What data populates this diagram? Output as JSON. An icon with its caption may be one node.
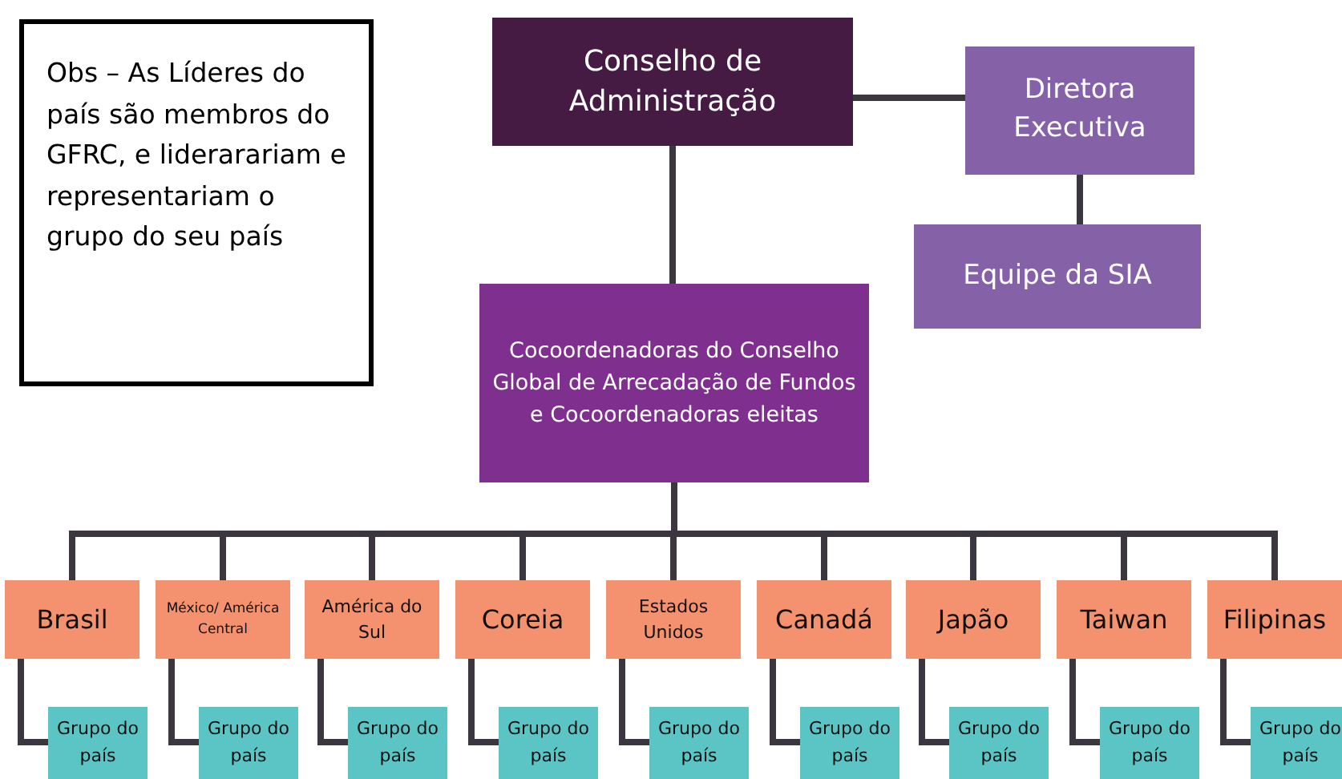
{
  "diagram": {
    "nodes": [
      {
        "text": [
          "Obs – As Líderes do país são membros do GFRC, e liderarariam e representariam o grupo do seu país"
        ]
      },
      {
        "text": [
          "Conselho de Administração"
        ]
      },
      {
        "text": [
          "Diretora Executiva"
        ]
      },
      {
        "text": [
          "Equipe da SIA"
        ]
      },
      {
        "text": [
          "Cocoordenadoras do Conselho Global de Arrecadação de Fundos e Cocoordenadoras eleitas"
        ]
      },
      {
        "text": [
          "Brasil"
        ]
      },
      {
        "text": [
          "México/ América Central"
        ]
      },
      {
        "text": [
          "América do Sul"
        ]
      },
      {
        "text": [
          "Coreia"
        ]
      },
      {
        "text": [
          "Estados Unidos"
        ]
      },
      {
        "text": [
          "Canadá"
        ]
      },
      {
        "text": [
          "Japão"
        ]
      },
      {
        "text": [
          "Taiwan"
        ]
      },
      {
        "text": [
          "Filipinas"
        ]
      },
      {
        "text": [
          "Grupo do país"
        ]
      },
      {
        "text": [
          "Grupo do país"
        ]
      },
      {
        "text": [
          "Grupo do país"
        ]
      },
      {
        "text": [
          "Grupo do país"
        ]
      },
      {
        "text": [
          "Grupo do país"
        ]
      },
      {
        "text": [
          "Grupo do país"
        ]
      },
      {
        "text": [
          "Grupo do país"
        ]
      },
      {
        "text": [
          "Grupo do país"
        ]
      },
      {
        "text": [
          "Grupo do país"
        ]
      }
    ],
    "edges": [
      {
        "from": 1,
        "to": 2,
        "arrow": "none"
      },
      {
        "from": 2,
        "to": 3,
        "arrow": "none"
      },
      {
        "from": 1,
        "to": 4,
        "arrow": "none"
      },
      {
        "from": 4,
        "to": 5,
        "arrow": "none"
      },
      {
        "from": 4,
        "to": 6,
        "arrow": "none"
      },
      {
        "from": 4,
        "to": 7,
        "arrow": "none"
      },
      {
        "from": 4,
        "to": 8,
        "arrow": "none"
      },
      {
        "from": 4,
        "to": 9,
        "arrow": "none"
      },
      {
        "from": 4,
        "to": 10,
        "arrow": "none"
      },
      {
        "from": 4,
        "to": 11,
        "arrow": "none"
      },
      {
        "from": 4,
        "to": 12,
        "arrow": "none"
      },
      {
        "from": 4,
        "to": 13,
        "arrow": "none"
      },
      {
        "from": 5,
        "to": 14,
        "arrow": "none"
      },
      {
        "from": 6,
        "to": 15,
        "arrow": "none"
      },
      {
        "from": 7,
        "to": 16,
        "arrow": "none"
      },
      {
        "from": 8,
        "to": 17,
        "arrow": "none"
      },
      {
        "from": 9,
        "to": 18,
        "arrow": "none"
      },
      {
        "from": 10,
        "to": 19,
        "arrow": "none"
      },
      {
        "from": 11,
        "to": 20,
        "arrow": "none"
      },
      {
        "from": 12,
        "to": 21,
        "arrow": "none"
      },
      {
        "from": 13,
        "to": 22,
        "arrow": "none"
      }
    ]
  }
}
